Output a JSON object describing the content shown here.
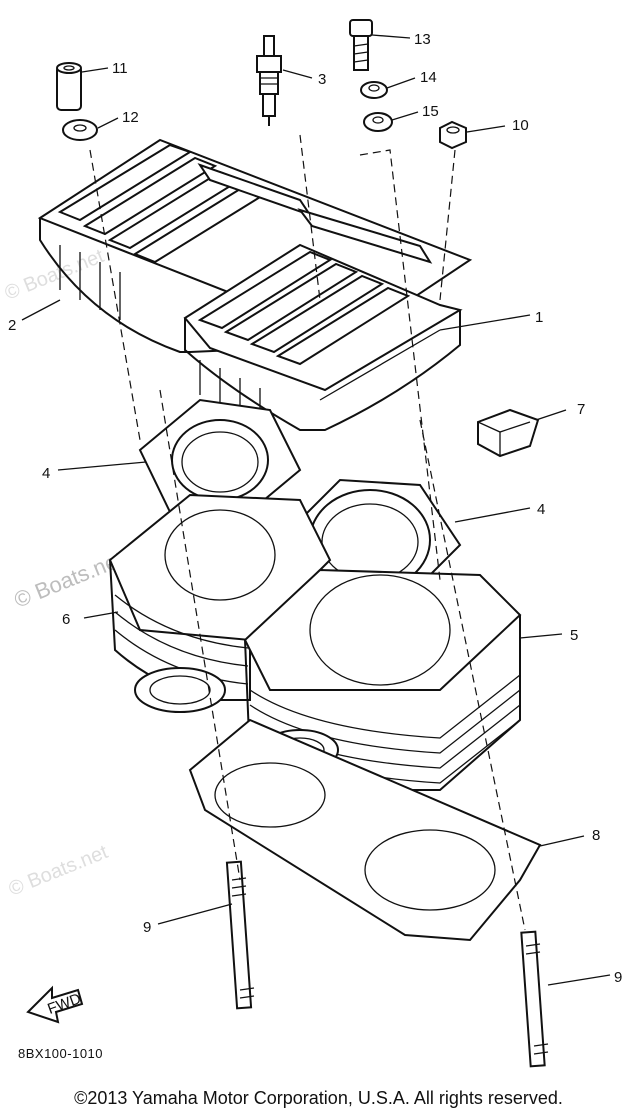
{
  "diagram": {
    "callouts": [
      {
        "id": "c1",
        "label": "1"
      },
      {
        "id": "c2",
        "label": "2"
      },
      {
        "id": "c3",
        "label": "3"
      },
      {
        "id": "c4a",
        "label": "4"
      },
      {
        "id": "c4b",
        "label": "4"
      },
      {
        "id": "c5",
        "label": "5"
      },
      {
        "id": "c6",
        "label": "6"
      },
      {
        "id": "c7",
        "label": "7"
      },
      {
        "id": "c8",
        "label": "8"
      },
      {
        "id": "c9a",
        "label": "9"
      },
      {
        "id": "c9b",
        "label": "9"
      },
      {
        "id": "c10",
        "label": "10"
      },
      {
        "id": "c11",
        "label": "11"
      },
      {
        "id": "c12",
        "label": "12"
      },
      {
        "id": "c13",
        "label": "13"
      },
      {
        "id": "c14",
        "label": "14"
      },
      {
        "id": "c15",
        "label": "15"
      }
    ],
    "fwd_label": "FWD",
    "watermark_main": "© Boats.net",
    "watermark_light": "© Boats.net",
    "part_code": "8BX100-1010"
  },
  "footer": {
    "copyright": "©2013 Yamaha Motor Corporation, U.S.A. All rights reserved."
  }
}
